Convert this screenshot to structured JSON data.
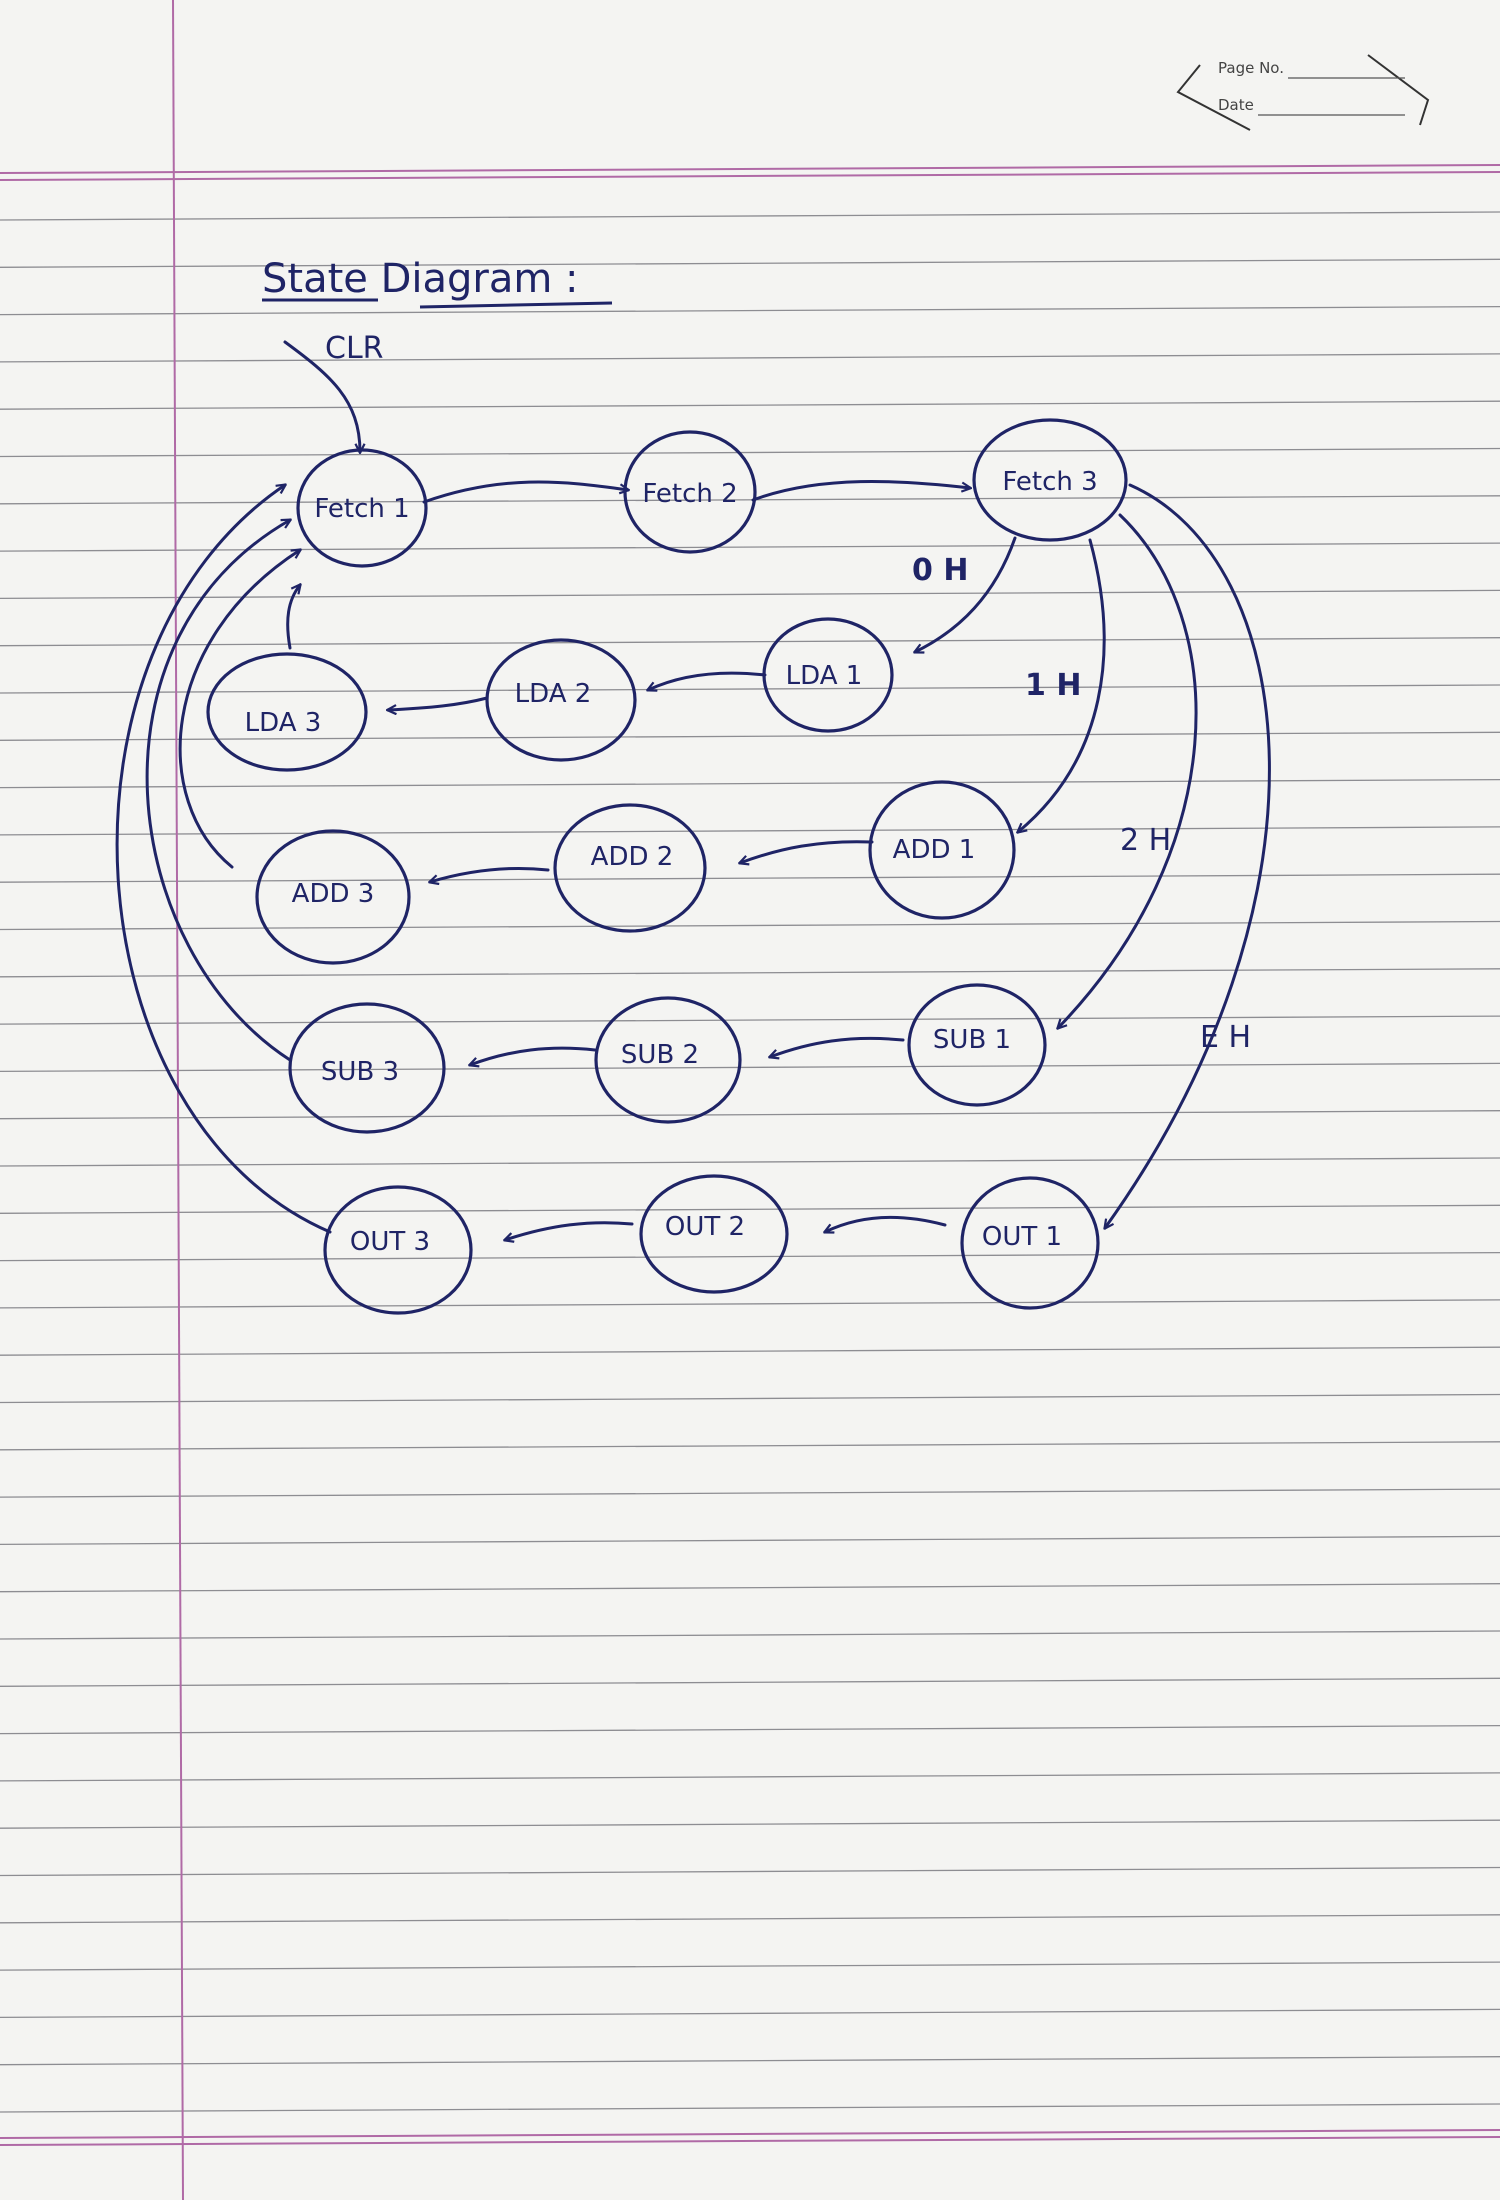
{
  "header": {
    "page_no_label": "Page No.",
    "date_label": "Date"
  },
  "diagram": {
    "title": "State Diagram :",
    "reset_label": "CLR",
    "states": {
      "fetch1": "Fetch 1",
      "fetch2": "Fetch 2",
      "fetch3": "Fetch 3",
      "lda1": "LDA 1",
      "lda2": "LDA 2",
      "lda3": "LDA 3",
      "add1": "ADD 1",
      "add2": "ADD 2",
      "add3": "ADD 3",
      "sub1": "SUB 1",
      "sub2": "SUB 2",
      "sub3": "SUB 3",
      "out1": "OUT 1",
      "out2": "OUT 2",
      "out3": "OUT 3"
    },
    "transition_labels": {
      "to_lda": "0 H",
      "to_add": "1 H",
      "to_sub": "2 H",
      "to_out": "E H"
    },
    "ink_color": "#1f2466",
    "margin_color": "#b06aa6"
  }
}
